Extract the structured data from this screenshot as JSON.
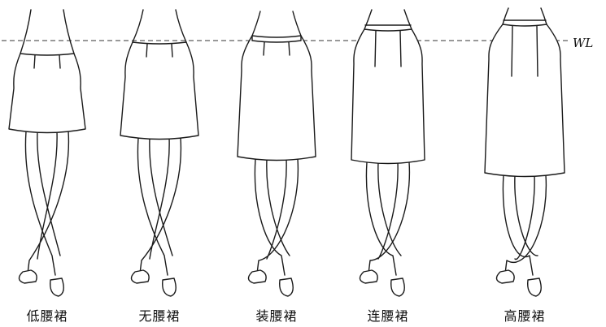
{
  "waistline_label": "WL",
  "figures": [
    {
      "id": "low-waist",
      "caption": "低腰裙"
    },
    {
      "id": "no-waistband",
      "caption": "无腰裙"
    },
    {
      "id": "attached-waistband",
      "caption": "装腰裙"
    },
    {
      "id": "connected-waistband",
      "caption": "连腰裙"
    },
    {
      "id": "high-waist",
      "caption": "高腰裙"
    }
  ]
}
